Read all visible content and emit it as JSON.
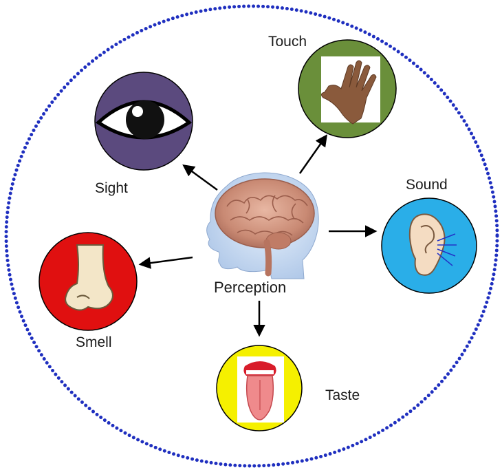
{
  "diagram": {
    "center": {
      "label": "Perception",
      "icon": "brain-head-icon"
    },
    "senses": [
      {
        "id": "sight",
        "label": "Sight",
        "icon": "eye-icon",
        "color": "#5b4a7e"
      },
      {
        "id": "touch",
        "label": "Touch",
        "icon": "hand-icon",
        "color": "#6a8f3a"
      },
      {
        "id": "sound",
        "label": "Sound",
        "icon": "ear-icon",
        "color": "#2aaee8"
      },
      {
        "id": "smell",
        "label": "Smell",
        "icon": "nose-icon",
        "color": "#e01010"
      },
      {
        "id": "taste",
        "label": "Taste",
        "icon": "tongue-icon",
        "color": "#f5f000"
      }
    ],
    "border_color": "#1f2fbf"
  }
}
